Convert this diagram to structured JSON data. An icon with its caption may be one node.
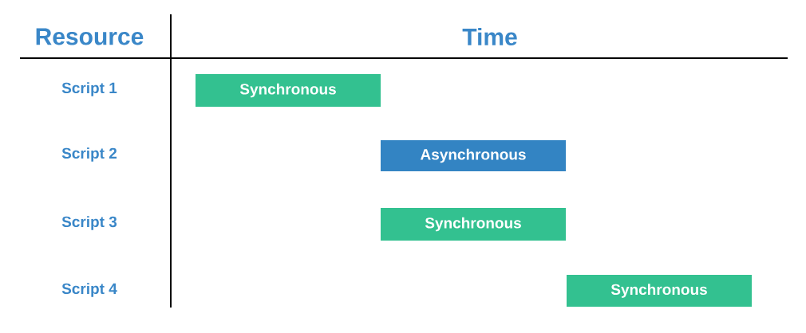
{
  "diagram": {
    "nodes": [
      {
        "text": [
          "Synchronous"
        ]
      },
      {
        "text": [
          "Asynchronous"
        ]
      },
      {
        "text": [
          "Synchronous"
        ]
      },
      {
        "text": [
          "Synchronous"
        ]
      }
    ],
    "labels": [
      "Resource",
      "Time",
      "Script 1",
      "Script 2",
      "Script 3",
      "Script 4"
    ]
  }
}
